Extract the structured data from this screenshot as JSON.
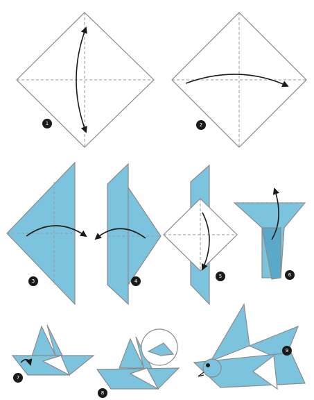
{
  "steps": [
    {
      "id": "1",
      "label": "1"
    },
    {
      "id": "2",
      "label": "2"
    },
    {
      "id": "3",
      "label": "3"
    },
    {
      "id": "4",
      "label": "4"
    },
    {
      "id": "5",
      "label": "5"
    },
    {
      "id": "6",
      "label": "6"
    },
    {
      "id": "7",
      "label": "7"
    },
    {
      "id": "8",
      "label": "8"
    },
    {
      "id": "9",
      "label": "9"
    }
  ],
  "colors": {
    "paper_blue": "#7cc3dd",
    "paper_blue_dark": "#5aa9c8",
    "paper_white": "#ffffff",
    "outline": "#8a8a8a",
    "arrow": "#1a1a1a"
  }
}
